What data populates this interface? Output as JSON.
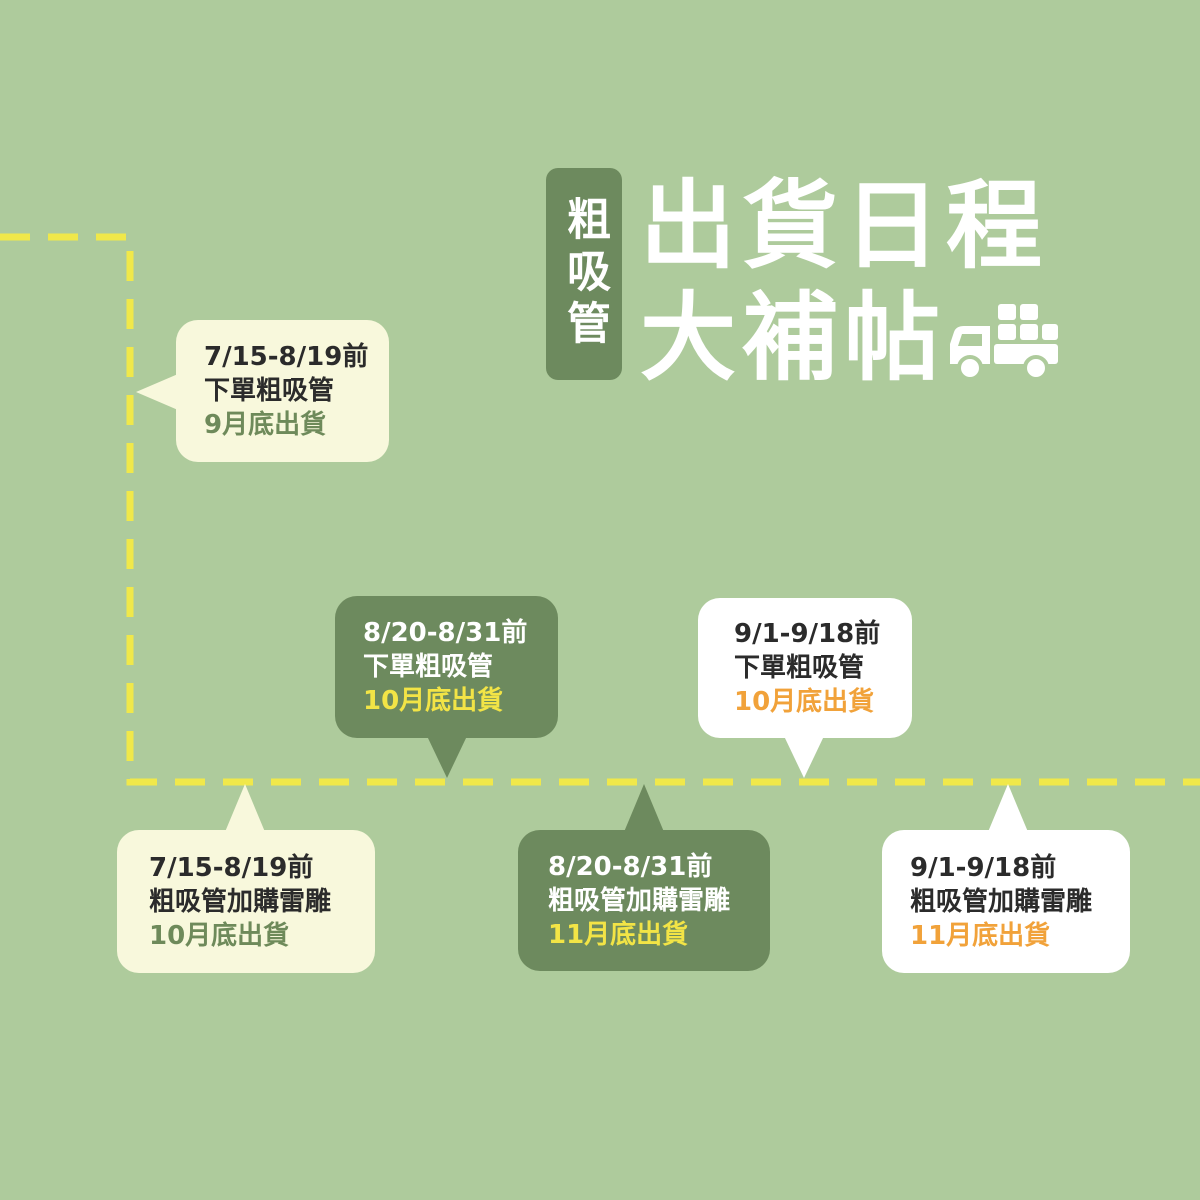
{
  "title": {
    "tag": "粗吸管",
    "line1": "出貨日程",
    "line2": "大補帖",
    "icon": "delivery-truck-icon"
  },
  "colors": {
    "background": "#aecb9c",
    "dashed_route": "#f0e84a",
    "dark_green": "#6d8a5e",
    "cream": "#f8f8dc",
    "accent_green": "#6e8a5a",
    "accent_yellow": "#f2e446",
    "accent_orange": "#f1a23a"
  },
  "schedule": [
    {
      "period": "7/15-8/19前",
      "item": "下單粗吸管",
      "ship": "9月底出貨"
    },
    {
      "period": "8/20-8/31前",
      "item": "下單粗吸管",
      "ship": "10月底出貨"
    },
    {
      "period": "9/1-9/18前",
      "item": "下單粗吸管",
      "ship": "10月底出貨"
    },
    {
      "period": "7/15-8/19前",
      "item": "粗吸管加購雷雕",
      "ship": "10月底出貨"
    },
    {
      "period": "8/20-8/31前",
      "item": "粗吸管加購雷雕",
      "ship": "11月底出貨"
    },
    {
      "period": "9/1-9/18前",
      "item": "粗吸管加購雷雕",
      "ship": "11月底出貨"
    }
  ]
}
